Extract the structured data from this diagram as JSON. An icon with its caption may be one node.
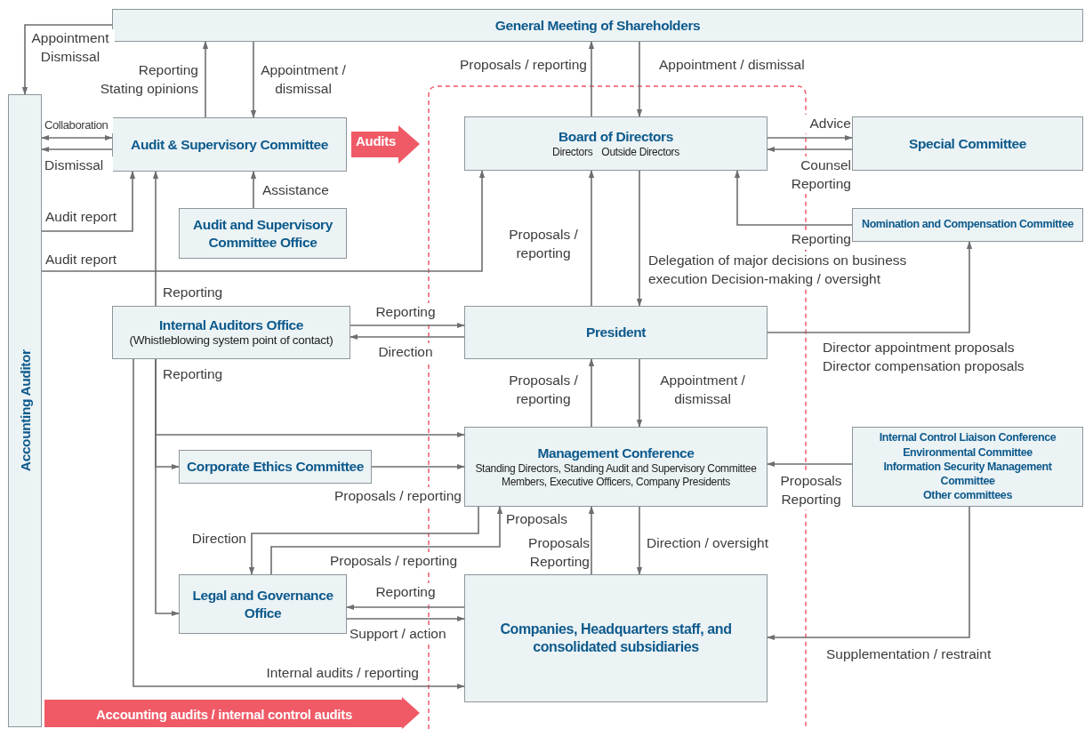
{
  "diagram": {
    "nodes": [
      {
        "text": [
          "General Meeting of Shareholders"
        ]
      },
      {
        "text": [
          "Accounting Auditor"
        ]
      },
      {
        "text": [
          "Audit & Supervisory Committee"
        ]
      },
      {
        "text": [
          "Audit and Supervisory Committee Office"
        ]
      },
      {
        "text": [
          "Board of Directors",
          "Directors",
          "Outside Directors"
        ]
      },
      {
        "text": [
          "Special Committee"
        ]
      },
      {
        "text": [
          "Nomination and Compensation Committee"
        ]
      },
      {
        "text": [
          "Internal Auditors Office",
          "(Whistleblowing system point of contact)"
        ]
      },
      {
        "text": [
          "President"
        ]
      },
      {
        "text": [
          "Management Conference",
          "Standing Directors, Standing Audit and Supervisory Committee Members, Executive Officers, Company Presidents"
        ]
      },
      {
        "text": [
          "Internal Control Liaison Conference",
          "Environmental Committee",
          "Information Security Management Committee",
          "Other committees"
        ]
      },
      {
        "text": [
          "Corporate Ethics Committee"
        ]
      },
      {
        "text": [
          "Legal and Governance Office"
        ]
      },
      {
        "text": [
          "Companies, Headquarters staff, and consolidated subsidiaries"
        ]
      }
    ],
    "edges": [
      {
        "from": 0,
        "to": 1,
        "arrow": "to",
        "label": "Appointment Dismissal"
      },
      {
        "from": 2,
        "to": 0,
        "arrow": "to",
        "label": "Reporting Stating opinions"
      },
      {
        "from": 0,
        "to": 2,
        "arrow": "to",
        "label": "Appointment / dismissal"
      },
      {
        "from": 1,
        "to": 2,
        "arrow": "both",
        "label": "Collaboration"
      },
      {
        "from": 2,
        "to": 1,
        "arrow": "to",
        "label": "Dismissal"
      },
      {
        "from": 1,
        "to": 2,
        "arrow": "to",
        "label": "Audit report"
      },
      {
        "from": 3,
        "to": 2,
        "arrow": "to",
        "label": "Assistance"
      },
      {
        "from": 1,
        "to": 4,
        "arrow": "to",
        "label": "Audit report"
      },
      {
        "from": 7,
        "to": 2,
        "arrow": "to",
        "label": "Reporting"
      },
      {
        "from": 4,
        "to": 0,
        "arrow": "to",
        "label": "Proposals / reporting"
      },
      {
        "from": 0,
        "to": 4,
        "arrow": "to",
        "label": "Appointment / dismissal"
      },
      {
        "from": 4,
        "to": 5,
        "arrow": "to",
        "label": "Advice"
      },
      {
        "from": 5,
        "to": 4,
        "arrow": "to",
        "label": "Counsel Reporting"
      },
      {
        "from": 6,
        "to": 4,
        "arrow": "to",
        "label": "Reporting"
      },
      {
        "from": 8,
        "to": 4,
        "arrow": "to",
        "label": "Proposals / reporting"
      },
      {
        "from": 4,
        "to": 8,
        "arrow": "to",
        "label": "Delegation of major decisions on business execution Decision-making / oversight"
      },
      {
        "from": 7,
        "to": 8,
        "arrow": "to",
        "label": "Reporting"
      },
      {
        "from": 8,
        "to": 7,
        "arrow": "to",
        "label": "Direction"
      },
      {
        "from": 8,
        "to": 6,
        "arrow": "to",
        "label": "Director appointment proposals Director compensation proposals"
      },
      {
        "from": 9,
        "to": 8,
        "arrow": "to",
        "label": "Proposals / reporting"
      },
      {
        "from": 8,
        "to": 9,
        "arrow": "to",
        "label": "Appointment / dismissal"
      },
      {
        "from": 7,
        "to": 9,
        "arrow": "to",
        "label": "Reporting"
      },
      {
        "from": 7,
        "to": 11,
        "arrow": "to"
      },
      {
        "from": 7,
        "to": 12,
        "arrow": "to"
      },
      {
        "from": 11,
        "to": 9,
        "arrow": "to",
        "label": "Proposals / reporting"
      },
      {
        "from": 10,
        "to": 9,
        "arrow": "to",
        "label": "Proposals Reporting"
      },
      {
        "from": 9,
        "to": 12,
        "arrow": "to",
        "label": "Direction"
      },
      {
        "from": 12,
        "to": 9,
        "arrow": "to",
        "label": "Proposals / reporting"
      },
      {
        "from": 13,
        "to": 9,
        "arrow": "to",
        "label": "Proposals Reporting"
      },
      {
        "from": 9,
        "to": 13,
        "arrow": "to",
        "label": "Direction / oversight"
      },
      {
        "from": 13,
        "to": 12,
        "arrow": "to",
        "label": "Reporting"
      },
      {
        "from": 12,
        "to": 13,
        "arrow": "to",
        "label": "Support / action"
      },
      {
        "from": 7,
        "to": 13,
        "arrow": "to",
        "label": "Internal audits / reporting"
      },
      {
        "from": 10,
        "to": 13,
        "arrow": "to",
        "label": "Supplementation / restraint"
      }
    ],
    "labels": [
      "Audits",
      "Proposals",
      "Accounting audits / internal control audits"
    ]
  }
}
